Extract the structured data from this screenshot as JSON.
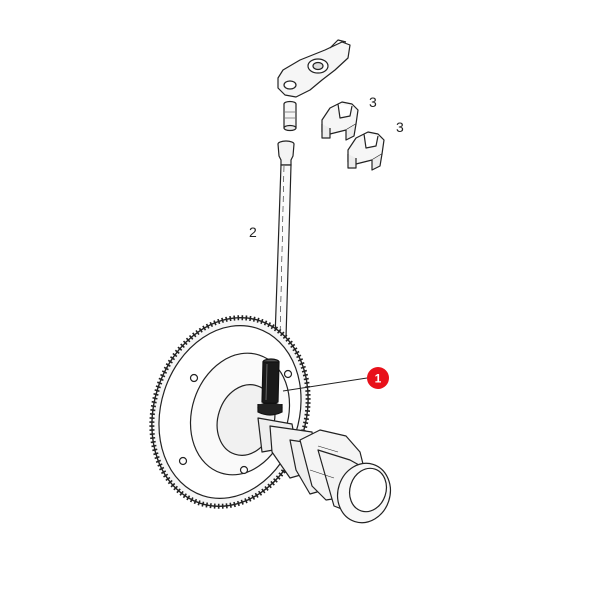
{
  "callouts": {
    "pushrod_number": "2",
    "bridge_number_upper": "3",
    "bridge_number_lower": "3",
    "tappet_number": "1"
  },
  "colors": {
    "line": "#222222",
    "fill": "#f4f4f4",
    "badge": "#e8101a"
  }
}
